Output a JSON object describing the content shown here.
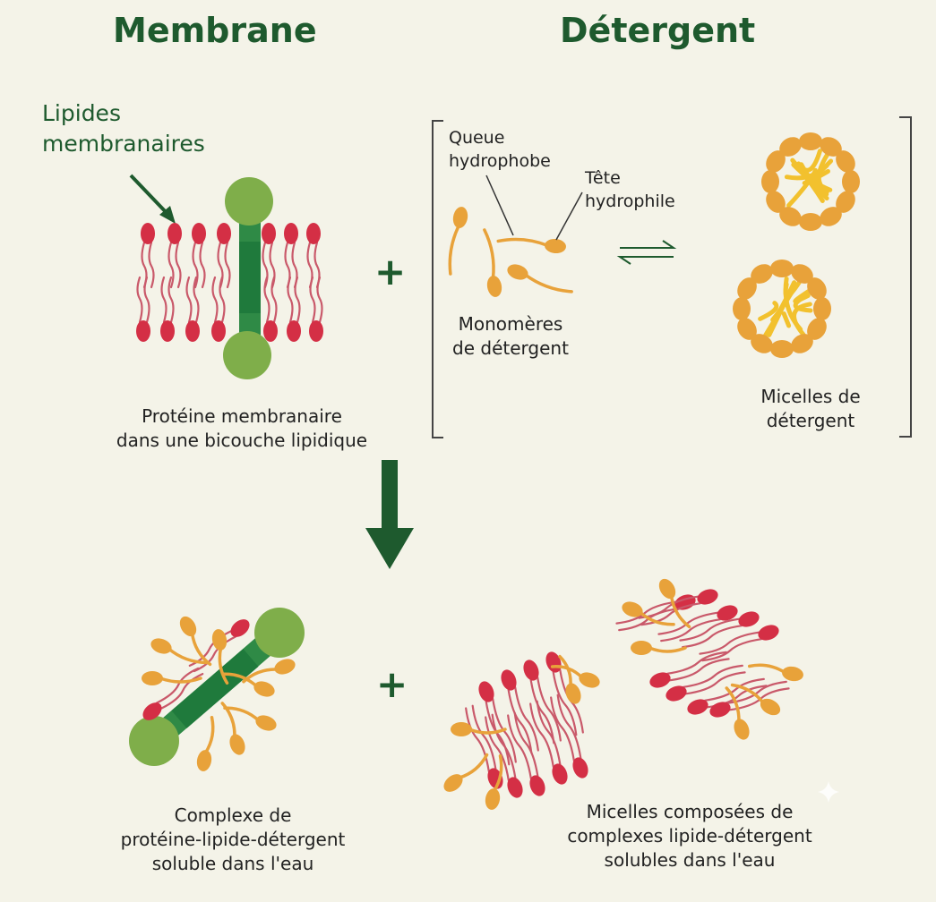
{
  "titles": {
    "membrane": "Membrane",
    "detergent": "Détergent"
  },
  "labels": {
    "membrane_lipids": [
      "Lipides",
      "membranaires"
    ],
    "membrane_protein": [
      "Protéine membranaire",
      "dans une bicouche lipidique"
    ],
    "hydrophobic_tail": [
      "Queue",
      "hydrophobe"
    ],
    "hydrophilic_head": [
      "Tête",
      "hydrophile"
    ],
    "monomers": [
      "Monomères",
      "de détergent"
    ],
    "detergent_micelles": [
      "Micelles de",
      "détergent"
    ],
    "complex": [
      "Complexe de",
      "protéine-lipide-détergent",
      "soluble dans l'eau"
    ],
    "mixed_micelles": [
      "Micelles composées de",
      "complexes lipide-détergent",
      "solubles dans l'eau"
    ]
  },
  "symbols": {
    "plus_top": "+",
    "plus_bottom": "+"
  },
  "colors": {
    "title_green": "#1e5a2e",
    "lipid_head": "#d42f45",
    "lipid_tail": "#c9596a",
    "detergent": "#e8a23a",
    "micelle_core": "#f2c12e",
    "protein_light": "#7fae4a",
    "protein_dark": "#1f7a3c"
  },
  "icons": [
    "arrow-down-icon",
    "equilibrium-arrows-icon",
    "pointer-arrow-icon"
  ]
}
